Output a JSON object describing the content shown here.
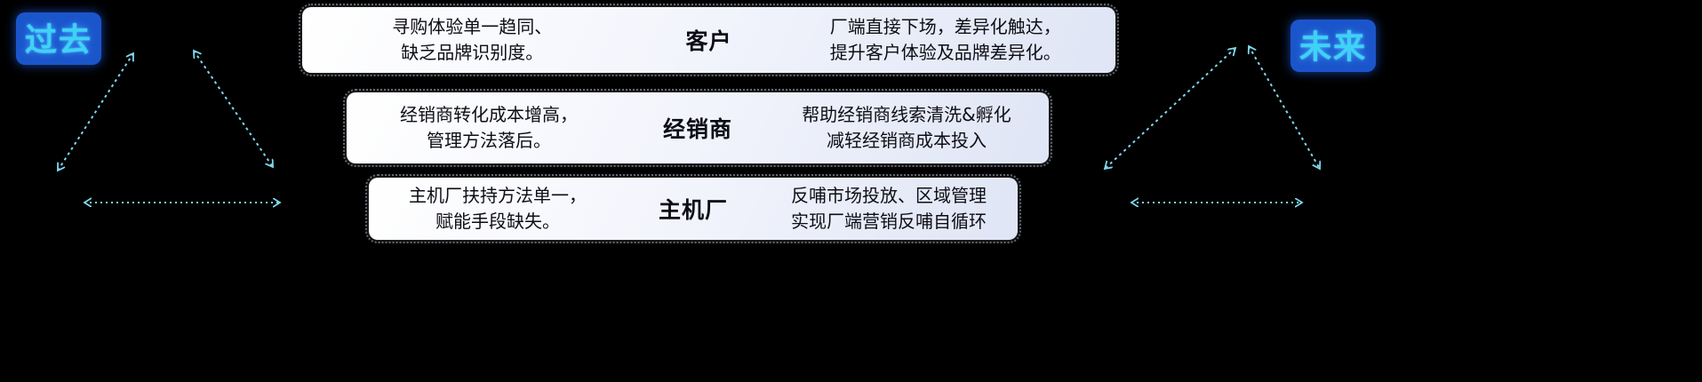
{
  "labels": {
    "past": "过去",
    "future": "未来"
  },
  "rows": [
    {
      "problem": "寻购体验单一趋同、\n缺乏品牌识别度。",
      "role": "客户",
      "solution": "厂端直接下场，差异化触达，\n提升客户体验及品牌差异化。"
    },
    {
      "problem": "经销商转化成本增高，\n管理方法落后。",
      "role": "经销商",
      "solution": "帮助经销商线索清洗&孵化\n减轻经销商成本投入"
    },
    {
      "problem": "主机厂扶持方法单一，\n赋能手段缺失。",
      "role": "主机厂",
      "solution": "反哺市场投放、区域管理\n实现厂端营销反哺自循环"
    }
  ],
  "colors": {
    "arrow": "#7fd9ee",
    "era_text": "#3ed3f5",
    "era_background": "#1b55cb",
    "box_background": "#ffffff",
    "page_background": "#000000"
  }
}
